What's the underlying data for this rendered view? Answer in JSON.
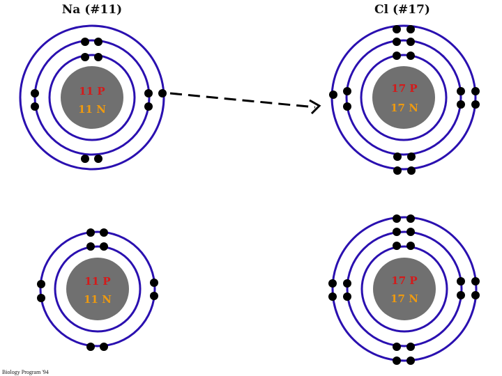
{
  "titles": {
    "sodium": "Na (#11)",
    "chlorine": "Cl (#17)"
  },
  "nuclei": {
    "sodium": {
      "protons": "11 P",
      "neutrons": "11 N"
    },
    "chlorine": {
      "protons": "17 P",
      "neutrons": "17 N"
    }
  },
  "credit": "Biology Program '94",
  "colors": {
    "shell": "#2a10b0",
    "nucleus": "#707070",
    "protons": "#d41a1a",
    "neutrons": "#ee9a10",
    "electron": "#000000",
    "arrow": "#000000"
  }
}
